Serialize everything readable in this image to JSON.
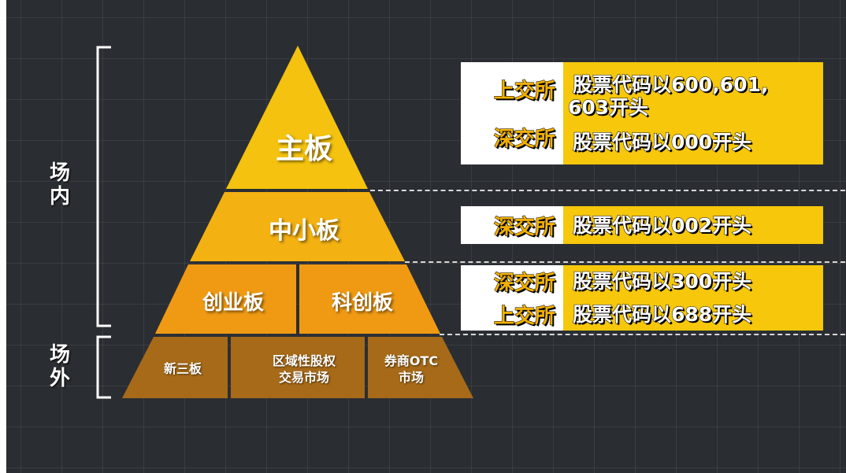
{
  "brackets": {
    "onsite": "场内",
    "offsite": "场外"
  },
  "tiers": {
    "main_board": "主板",
    "sme_board": "中小板",
    "chinext": "创业板",
    "star_market": "科创板",
    "neeq": "新三板",
    "regional_line1": "区域性股权",
    "regional_line2": "交易市场",
    "otc_line1": "券商OTC",
    "otc_line2": "市场"
  },
  "cards": {
    "main": {
      "rows": [
        {
          "exchange": "上交所",
          "code_line1": "股票代码以600,601,",
          "code_line2": "603开头"
        },
        {
          "exchange": "深交所",
          "code_line1": "股票代码以000开头"
        }
      ]
    },
    "sme": {
      "rows": [
        {
          "exchange": "深交所",
          "code_line1": "股票代码以002开头"
        }
      ]
    },
    "growth": {
      "rows": [
        {
          "exchange": "深交所",
          "code_line1": "股票代码以300开头"
        },
        {
          "exchange": "上交所",
          "code_line1": "股票代码以688开头"
        }
      ]
    }
  },
  "colors": {
    "background": "#2a2e33",
    "tier1": "#f5c20f",
    "tier2": "#f4b112",
    "tier3": "#f09a14",
    "tier4": "#a66a18",
    "card": "#f6c70b",
    "exchange_text": "#f2b000"
  }
}
